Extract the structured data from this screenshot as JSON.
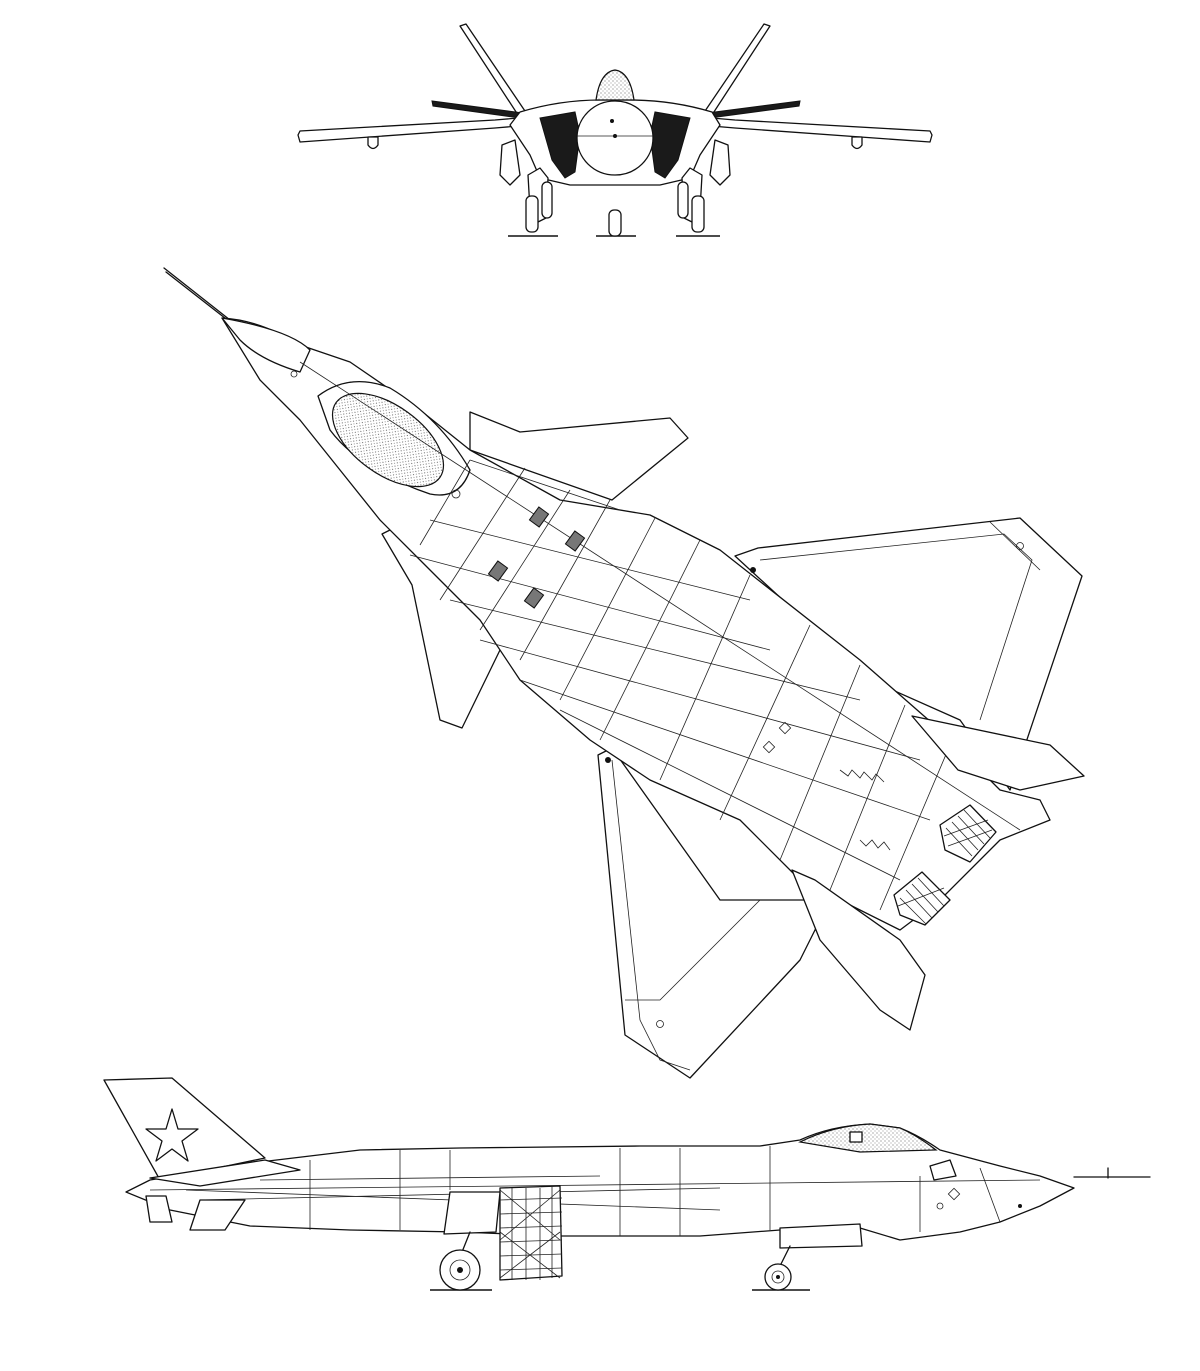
{
  "drawing": {
    "views": [
      "front",
      "top",
      "side"
    ],
    "colors": {
      "line": "#111111",
      "background": "#ffffff",
      "fill_dark": "#1a1a1a"
    },
    "insignia": "star"
  }
}
